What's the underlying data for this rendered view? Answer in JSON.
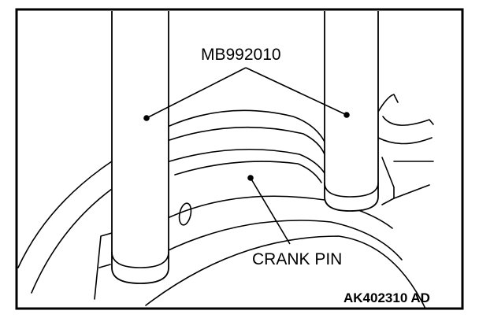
{
  "labels": {
    "tool": "MB992010",
    "part": "CRANK PIN",
    "figure_code": "AK402310 AD"
  },
  "colors": {
    "line": "#000000",
    "background": "#ffffff"
  }
}
